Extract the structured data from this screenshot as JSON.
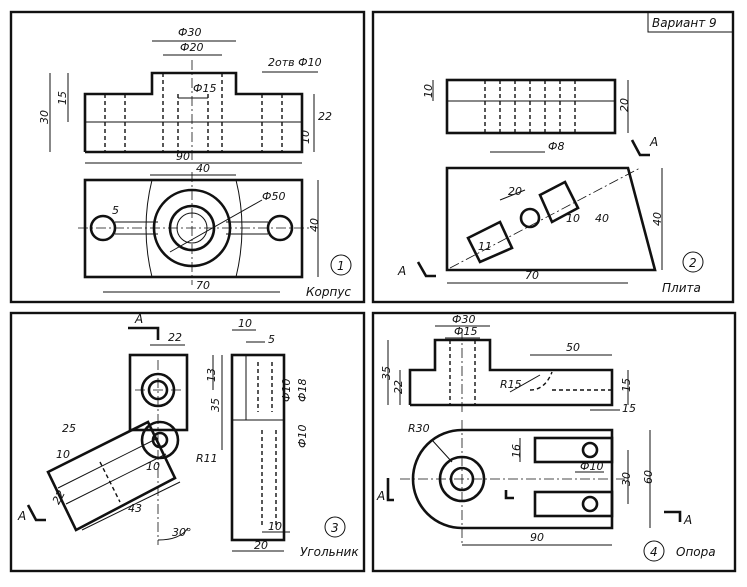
{
  "variant": "Вариант 9",
  "panels": [
    {
      "number": "1",
      "title": "Корпус",
      "dims": {
        "d30": "Ф30",
        "d20": "Ф20",
        "d15": "Ф15",
        "holes": "2отв Ф10",
        "h30": "30",
        "h15": "15",
        "h22": "22",
        "h10": "10",
        "w90": "90",
        "w40": "40",
        "d50": "Ф50",
        "v5": "5",
        "v40": "40",
        "w70": "70"
      }
    },
    {
      "number": "2",
      "title": "Плита",
      "dims": {
        "h10": "10",
        "h20": "20",
        "d8": "Ф8",
        "w20": "20",
        "a10": "10",
        "a40": "40",
        "v40": "40",
        "a11": "11",
        "w70": "70"
      },
      "section_label": "A"
    },
    {
      "number": "3",
      "title": "Угольник",
      "dims": {
        "a22": "22",
        "w10": "10",
        "w5": "5",
        "h13": "13",
        "h35": "35",
        "d10": "Ф10",
        "d18": "Ф18",
        "d10b": "Ф10",
        "r11": "R11",
        "a25": "25",
        "a10": "10",
        "a10b": "10",
        "a22b": "22",
        "a43": "43",
        "ang30": "30°",
        "w10b": "10",
        "w20": "20"
      },
      "section_label": "A"
    },
    {
      "number": "4",
      "title": "Опора",
      "dims": {
        "d30": "Ф30",
        "d15": "Ф15",
        "w50": "50",
        "h35": "35",
        "h22": "22",
        "r15": "R15",
        "h15": "15",
        "w15": "15",
        "r30": "R30",
        "h16": "16",
        "d10": "Ф10",
        "h30": "30",
        "h60": "60",
        "w90": "90"
      },
      "section_label": "A"
    }
  ]
}
